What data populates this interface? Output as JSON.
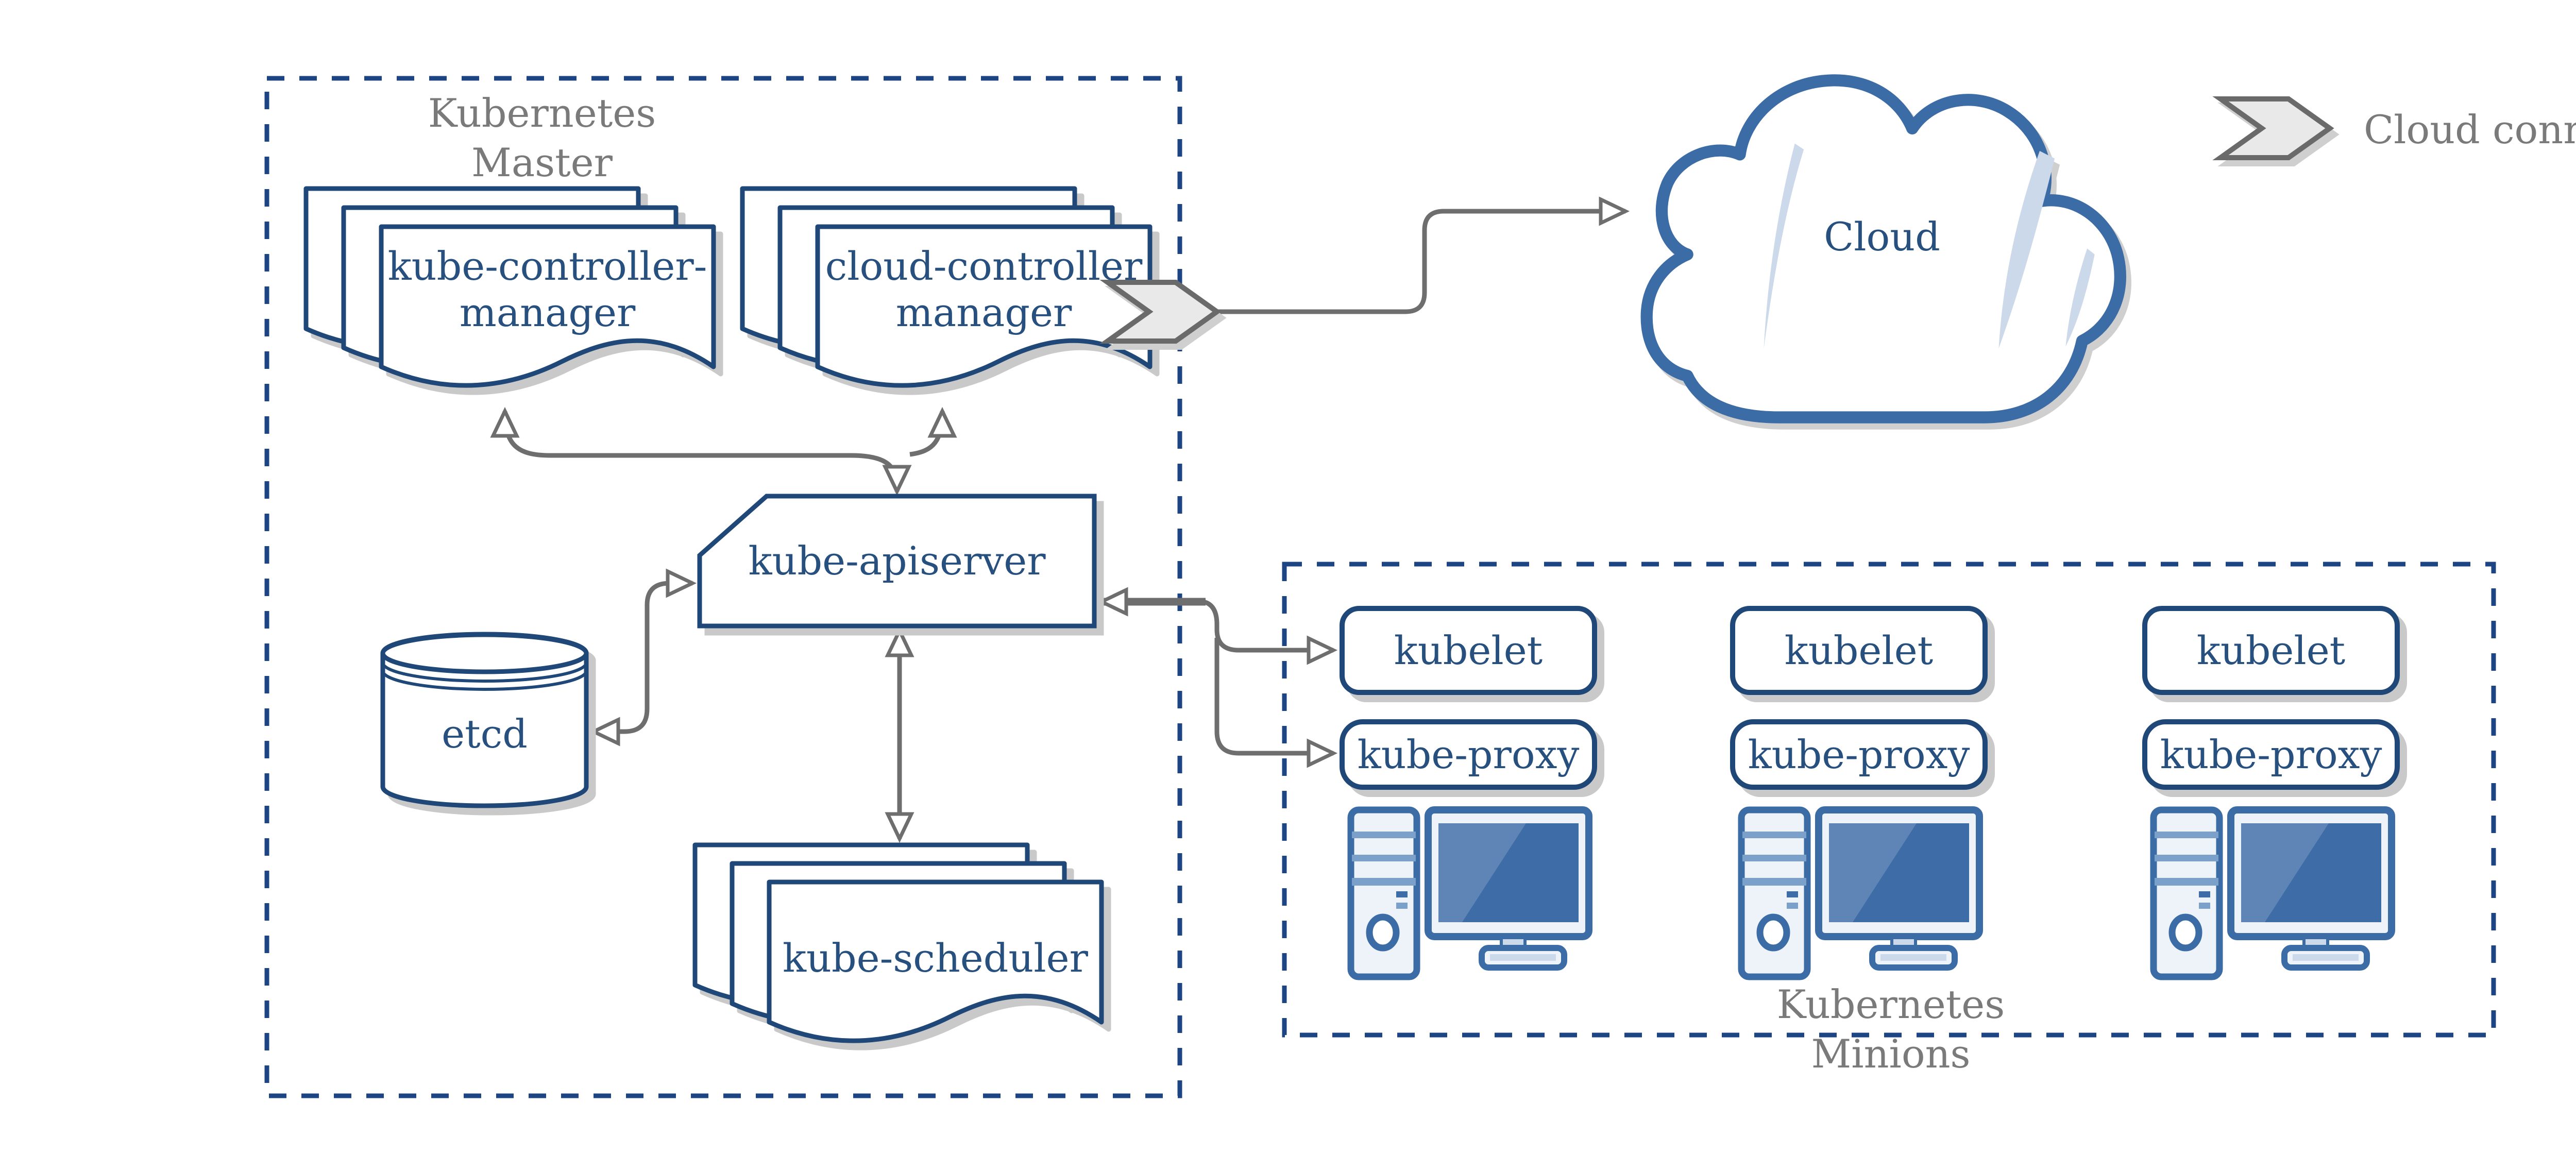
{
  "diagram": {
    "type": "architecture-diagram",
    "subject": "Kubernetes cluster architecture"
  },
  "master": {
    "label_line1": "Kubernetes",
    "label_line2": "Master",
    "kube_controller_manager": {
      "line1": "kube-controller-",
      "line2": "manager"
    },
    "cloud_controller_manager": {
      "line1": "cloud-controller",
      "line2": "manager"
    },
    "kube_apiserver_label": "kube-apiserver",
    "etcd_label": "etcd",
    "kube_scheduler_label": "kube-scheduler"
  },
  "cloud": {
    "label": "Cloud"
  },
  "legend": {
    "cloud_connector_label": "Cloud connector"
  },
  "minions": {
    "label_line1": "Kubernetes",
    "label_line2": "Minions",
    "nodes": [
      {
        "kubelet_label": "kubelet",
        "kube_proxy_label": "kube-proxy"
      },
      {
        "kubelet_label": "kubelet",
        "kube_proxy_label": "kube-proxy"
      },
      {
        "kubelet_label": "kubelet",
        "kube_proxy_label": "kube-proxy"
      }
    ]
  },
  "icons": {
    "cloud-icon": "cloud outline with light-blue streaks",
    "cloud-connector-icon": "gray chevron band arrow",
    "document-stack-icon": "three stacked documents with wavy bottom",
    "database-cylinder-icon": "cylinder with rings (etcd)",
    "computer-icon": "desktop tower with monitor",
    "arrow-icon": "gray connector with hollow triangular heads"
  },
  "colors": {
    "navy_stroke": "#1f4878",
    "dash_navy": "#1e4583",
    "text_navy": "#27507f",
    "steel_blue": "#3c6ca6",
    "screen_blue": "#3e6ca6",
    "screen_highlight": "#5e85b5",
    "pale_blue_fill": "#eef3fa",
    "accent_blue": "#7ba0c9",
    "streak_blue": "#ccd9ea",
    "gray_text": "#7a7a7a",
    "arrow_gray": "#6e6e6e",
    "chevron_fill": "#e9e9e9",
    "chevron_stroke": "#6a6a6a",
    "shadow": "#c9c9c9",
    "background": "#ffffff"
  }
}
